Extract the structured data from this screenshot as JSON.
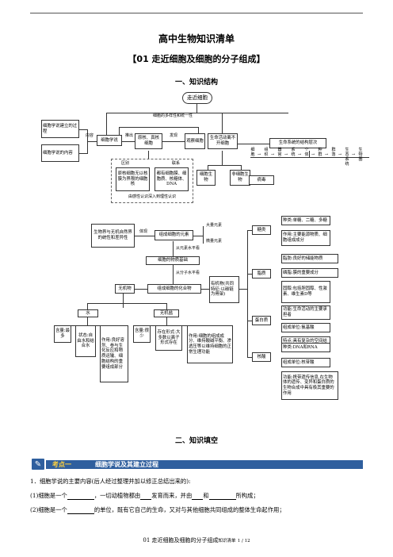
{
  "header": {
    "title": "高中生物知识清单",
    "subtitle": "【01  走近细胞及细胞的分子组成】",
    "section1": "一、知识结构",
    "section2": "二、知识填空"
  },
  "map1": {
    "root": "走近细胞",
    "cell_theory": "细胞学说",
    "history": "细胞学说建立的过程",
    "content": "细胞学说的内容",
    "edge_content": "内容",
    "diversity": "细胞的多样性和统一性",
    "infer": "推出",
    "prok_euk": "原核、真核细胞",
    "find": "发现",
    "observe": "观察细胞",
    "life_activity": "生命活动离不开细胞",
    "life_levels": "生命系统的结构层次",
    "levels": [
      "细胞",
      "组织",
      "器官",
      "系统",
      "个体",
      "种群",
      "群落",
      "生态系统",
      "生物圈"
    ],
    "distinguish": "区别",
    "relation": "联系",
    "diff_text": "原核细胞无以核膜为界限的细胞核",
    "common_text": "都有细胞膜、细胞质、核糖体、DNA",
    "cellular": "细胞生物",
    "noncellular": "非细胞生物",
    "virus": "病毒",
    "footer_note": "由感性认识深入到理性认识"
  },
  "map2": {
    "world": "生物界与无机自然界的统性和差异性",
    "embody": "体现",
    "elements": "组成细胞的元素",
    "major": "大量元素",
    "trace": "微量元素",
    "from_element": "从元素水平看",
    "substances": "细胞的物质基础",
    "from_molecule": "从分子水平看",
    "compounds": "组成细胞的化合物",
    "inorganic": "无机物",
    "organic": "有机物(共同特征:以碳链为骨架)",
    "water": "水",
    "salt": "无机盐",
    "water_content": "含量:最多",
    "water_state": "状态:自由水和结合水",
    "water_role": "作用:良好溶剂、参与生化反应和物质运输、细胞结构的重要组成部分",
    "salt_content": "含量:很少",
    "salt_form": "存在形式:大多数以离子形式存在",
    "salt_role": "作用:细胞的组成成分、维持酸碱平衡、渗透压等以维持细胞的正常生理功能",
    "sugar": "糖类",
    "sugar_kind": "种类:单糖、二糖、多糖",
    "sugar_role": "作用:主要能源物质、细胞组成成分",
    "lipid": "脂质",
    "fat": "脂肪:良好的储能物质",
    "phospholipid": "磷脂:膜的重要成分",
    "sterol": "固醇:包括胆固醇、性激素、维生素D等",
    "protein": "蛋白质",
    "protein_role": "功能:生命活动的主要承担者",
    "protein_unit": "组成单位:氨基酸",
    "protein_feature": "特点:具有复杂的空间结构及多样性",
    "nucleic": "核酸",
    "nucleic_kind": "种类:DNA和RNA",
    "nucleic_unit": "组成单位:核苷酸",
    "nucleic_role": "功能:携带遗传信息,在生物体的遗传、变异和蛋白质的生物合成中具有极其重要的作用"
  },
  "kaodian": {
    "label": "考点一",
    "title": "细胞学说及其建立过程"
  },
  "body": {
    "q1": "1．细胞学说的主要内容(后人经过整理并加以修正总结出来的):",
    "q1_1a": "(1)细胞是一个",
    "q1_1b": "，一切动植物都由",
    "q1_1c": "发育而来，并由",
    "q1_1d": "和",
    "q1_1e": "所构成；",
    "q1_2a": "(2)细胞是一个",
    "q1_2b": "的单位，既有它自己的生命，又对与其他细胞共同组成的整体生命起作用；"
  },
  "footer": {
    "left": "01  走近细胞及细胞的分子组成",
    "mid": "知识清单",
    "page": "1  /  12"
  }
}
